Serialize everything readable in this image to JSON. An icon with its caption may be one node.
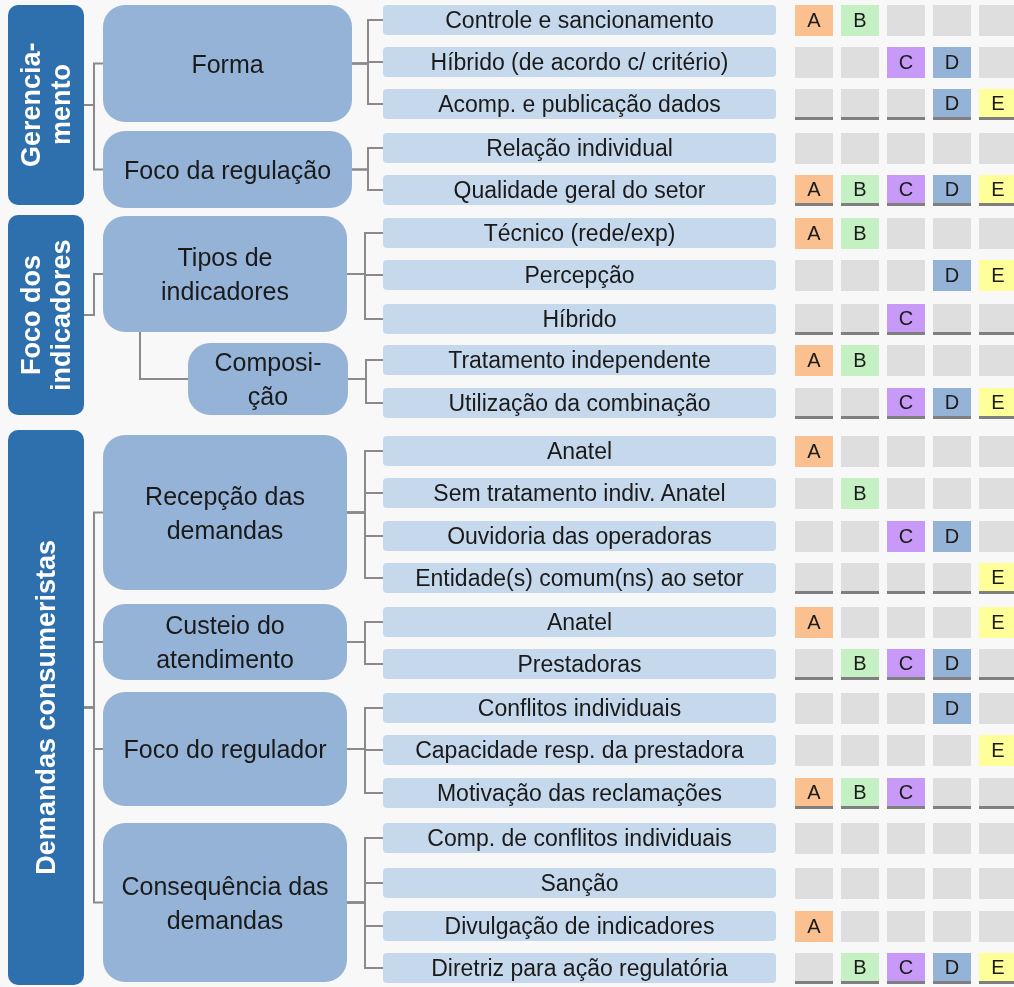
{
  "diagram": {
    "nodes": [
      {
        "text": [
          "Gerencia- mento"
        ]
      },
      {
        "text": [
          "Forma"
        ]
      },
      {
        "text": [
          "Controle e sancionamento"
        ]
      },
      {
        "text": [
          "Híbrido (de acordo c/ critério)"
        ]
      },
      {
        "text": [
          "Acomp. e publicação dados"
        ]
      },
      {
        "text": [
          "Foco da regulação"
        ]
      },
      {
        "text": [
          "Relação individual"
        ]
      },
      {
        "text": [
          "Qualidade geral do setor"
        ]
      },
      {
        "text": [
          "Foco dos indicadores"
        ]
      },
      {
        "text": [
          "Tipos de indicadores"
        ]
      },
      {
        "text": [
          "Técnico (rede/exp)"
        ]
      },
      {
        "text": [
          "Percepção"
        ]
      },
      {
        "text": [
          "Híbrido"
        ]
      },
      {
        "text": [
          "Composi- ção"
        ]
      },
      {
        "text": [
          "Tratamento independente"
        ]
      },
      {
        "text": [
          "Utilização da combinação"
        ]
      },
      {
        "text": [
          "Demandas consumeristas"
        ]
      },
      {
        "text": [
          "Recepção das demandas"
        ]
      },
      {
        "text": [
          "Anatel"
        ]
      },
      {
        "text": [
          "Sem tratamento indiv. Anatel"
        ]
      },
      {
        "text": [
          "Ouvidoria das operadoras"
        ]
      },
      {
        "text": [
          "Entidade(s) comum(ns) ao setor"
        ]
      },
      {
        "text": [
          "Custeio do atendimento"
        ]
      },
      {
        "text": [
          "Anatel"
        ]
      },
      {
        "text": [
          "Prestadoras"
        ]
      },
      {
        "text": [
          "Foco do regulador"
        ]
      },
      {
        "text": [
          "Conflitos individuais"
        ]
      },
      {
        "text": [
          "Capacidade resp. da prestadora"
        ]
      },
      {
        "text": [
          "Motivação das reclamações"
        ]
      },
      {
        "text": [
          "Consequência das demandas"
        ]
      },
      {
        "text": [
          "Comp. de conflitos individuais"
        ]
      },
      {
        "text": [
          "Sanção"
        ]
      },
      {
        "text": [
          "Divulgação de indicadores"
        ]
      },
      {
        "text": [
          "Diretriz para ação regulatória"
        ]
      }
    ],
    "edges": [
      {
        "from": 0,
        "to": 1,
        "arrow": "none"
      },
      {
        "from": 1,
        "to": 2,
        "arrow": "none"
      },
      {
        "from": 1,
        "to": 3,
        "arrow": "none"
      },
      {
        "from": 1,
        "to": 4,
        "arrow": "none"
      },
      {
        "from": 0,
        "to": 5,
        "arrow": "none"
      },
      {
        "from": 5,
        "to": 6,
        "arrow": "none"
      },
      {
        "from": 5,
        "to": 7,
        "arrow": "none"
      },
      {
        "from": 8,
        "to": 9,
        "arrow": "none"
      },
      {
        "from": 9,
        "to": 10,
        "arrow": "none"
      },
      {
        "from": 9,
        "to": 11,
        "arrow": "none"
      },
      {
        "from": 9,
        "to": 12,
        "arrow": "none"
      },
      {
        "from": 9,
        "to": 13,
        "arrow": "none"
      },
      {
        "from": 13,
        "to": 14,
        "arrow": "none"
      },
      {
        "from": 13,
        "to": 15,
        "arrow": "none"
      },
      {
        "from": 16,
        "to": 17,
        "arrow": "none"
      },
      {
        "from": 17,
        "to": 18,
        "arrow": "none"
      },
      {
        "from": 17,
        "to": 19,
        "arrow": "none"
      },
      {
        "from": 17,
        "to": 20,
        "arrow": "none"
      },
      {
        "from": 17,
        "to": 21,
        "arrow": "none"
      },
      {
        "from": 16,
        "to": 22,
        "arrow": "none"
      },
      {
        "from": 22,
        "to": 23,
        "arrow": "none"
      },
      {
        "from": 22,
        "to": 24,
        "arrow": "none"
      },
      {
        "from": 16,
        "to": 25,
        "arrow": "none"
      },
      {
        "from": 25,
        "to": 26,
        "arrow": "none"
      },
      {
        "from": 25,
        "to": 27,
        "arrow": "none"
      },
      {
        "from": 25,
        "to": 28,
        "arrow": "none"
      },
      {
        "from": 16,
        "to": 29,
        "arrow": "none"
      },
      {
        "from": 29,
        "to": 30,
        "arrow": "none"
      },
      {
        "from": 29,
        "to": 31,
        "arrow": "none"
      },
      {
        "from": 29,
        "to": 32,
        "arrow": "none"
      },
      {
        "from": 29,
        "to": 33,
        "arrow": "none"
      }
    ],
    "labels": [
      "A",
      "B",
      "C",
      "D",
      "D",
      "E",
      "A",
      "B",
      "C",
      "D",
      "E",
      "A",
      "B",
      "D",
      "E",
      "C",
      "A",
      "B",
      "C",
      "D",
      "E",
      "A",
      "B",
      "C",
      "D",
      "E",
      "A",
      "E",
      "B",
      "C",
      "D",
      "D",
      "E",
      "A",
      "B",
      "C",
      "A",
      "B",
      "C",
      "D",
      "E"
    ]
  }
}
